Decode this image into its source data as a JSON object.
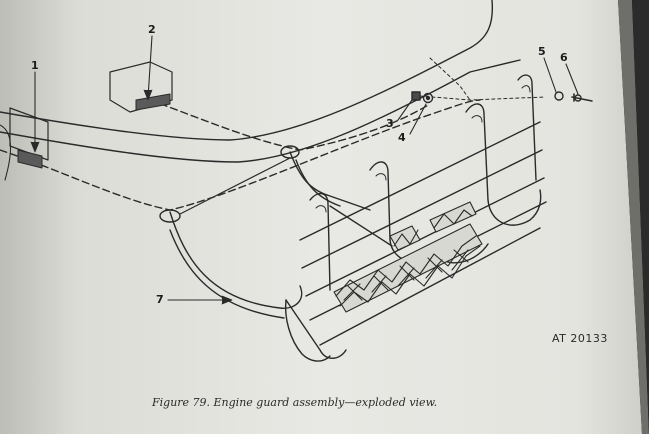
{
  "figure": {
    "caption": "Figure 79.  Engine guard assembly—exploded view.",
    "reference_code": "AT 20133"
  },
  "callouts": [
    "1",
    "2",
    "3",
    "4",
    "5",
    "6",
    "7"
  ],
  "colors": {
    "paper": "#e9e9e5",
    "paper_shadow": "#b7b7b2",
    "ink": "#2a2a2a",
    "background": "#1a1a1a"
  }
}
